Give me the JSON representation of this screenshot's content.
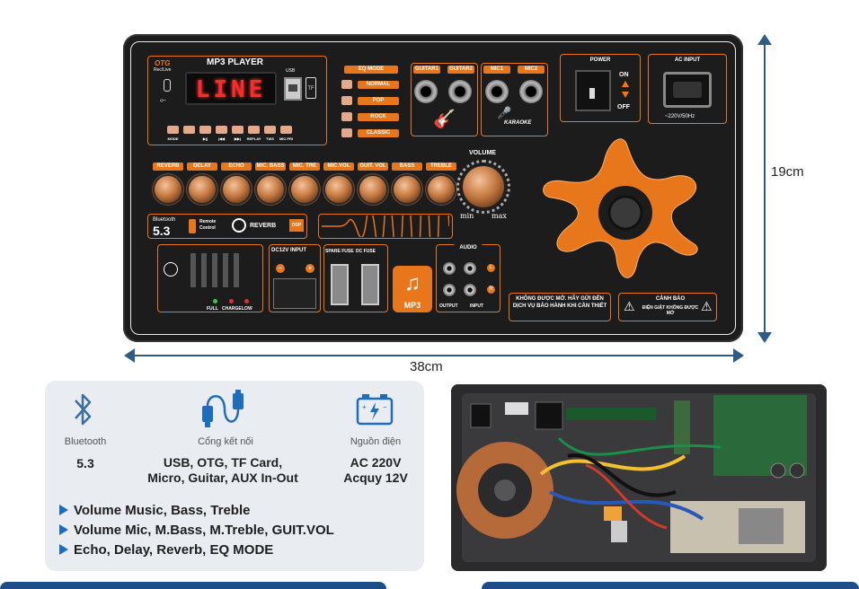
{
  "panel": {
    "otg_label": "OTG",
    "rec_live_label": "Rec/Live",
    "mp3_player_label": "MP3 PLAYER",
    "usb_label": "USB",
    "display_text": "LINE",
    "tf_label": "TF",
    "mp3_buttons": [
      "MODE",
      "",
      "▶||",
      "|◀◀",
      "▶▶|",
      "REPLAY",
      "TWS",
      "MIC.PRI"
    ],
    "eq_mode_title": "EQ MODE",
    "eq_modes": [
      "NORMAL",
      "POP",
      "ROCK",
      "CLASSIC"
    ],
    "guitar_labels": [
      "GUITAR1",
      "GUITAR2"
    ],
    "mic_labels": [
      "MIC1",
      "MIC2"
    ],
    "karaoke_label": "KARAOKE",
    "power_title": "POWER",
    "power_on": "ON",
    "power_off": "OFF",
    "ac_input_title": "AC INPUT",
    "ac_rating": "~220V/50Hz",
    "knob_labels": [
      "REVERB",
      "DELAY",
      "ECHO",
      "MIC. BASS",
      "MIC. TRE",
      "MIC.VOL",
      "GUIT. VOL",
      "BASS",
      "TREBLE"
    ],
    "volume_label": "VOLUME",
    "vol_min": "min",
    "vol_max": "max",
    "bluetooth_label": "Bluetooth",
    "bluetooth_version": "5.3",
    "remote_control_label": "Remote Control",
    "reverb_label": "REVERB",
    "dsp_label": "DSP",
    "led_labels": [
      "FULL",
      "CHARGE",
      "LOW"
    ],
    "dc12v_input_label": "DC12V INPUT",
    "spare_fuse_label": "SPARE FUSE",
    "dc_fuse_label": "DC FUSE",
    "mp3_badge": "MP3",
    "audio_label": "AUDIO",
    "output_label": "OUTPUT",
    "input_label": "INPUT",
    "notice_text": "KHÔNG ĐƯỢC MỞ. HÃY GỬI ĐẾN DỊCH VỤ BẢO HÀNH KHI CẦN THIẾT",
    "warning_title": "CẢNH BÁO",
    "warning_text": "ĐIỆN GIẬT KHÔNG ĐƯỢC MỞ"
  },
  "dimensions": {
    "height_label": "19cm",
    "width_label": "38cm"
  },
  "info": {
    "bluetooth": {
      "label": "Bluetooth",
      "value": "5.3",
      "icon": "bluetooth-icon"
    },
    "connections": {
      "label": "Cổng kết nối",
      "value_lines": [
        "USB, OTG, TF Card,",
        "Micro, Guitar, AUX In-Out"
      ],
      "icon": "usb-cable-icon"
    },
    "power": {
      "label": "Nguồn điện",
      "value_lines": [
        "AC 220V",
        "Acquy 12V"
      ],
      "icon": "battery-icon"
    },
    "features": [
      "Volume Music, Bass, Treble",
      "Volume Mic, M.Bass, M.Treble, GUIT.VOL",
      "Echo, Delay, Reverb, EQ MODE"
    ]
  },
  "colors": {
    "accent_orange": "#e8761b",
    "panel_black": "#1c1c1c",
    "arrow_blue": "#2f5b87",
    "bullet_blue": "#1d6dbf",
    "card_gray": "#e9ecf0"
  }
}
